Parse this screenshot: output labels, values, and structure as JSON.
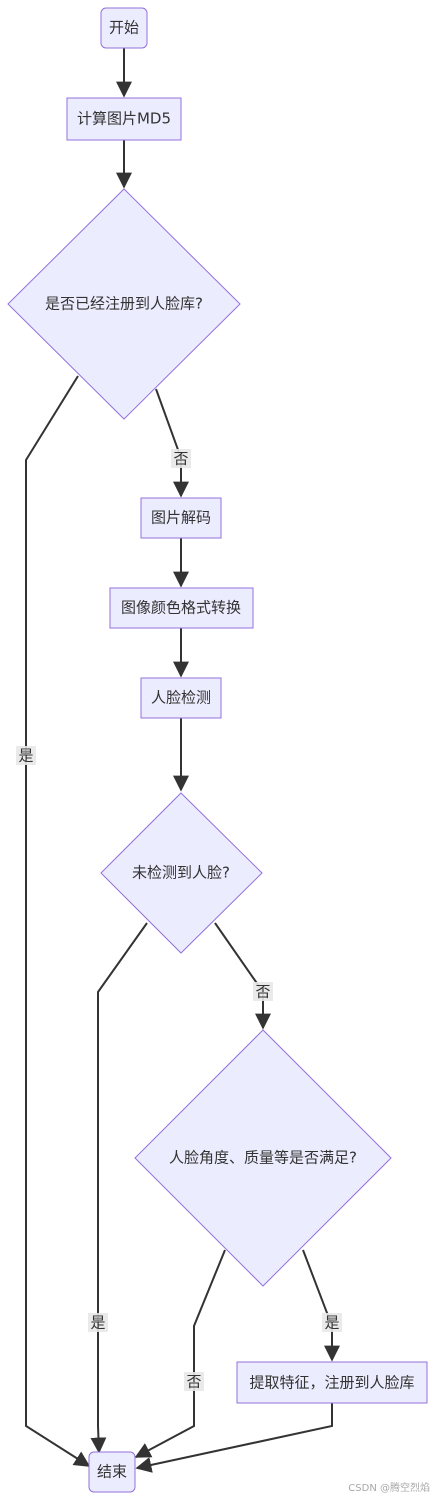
{
  "nodes": {
    "start": "开始",
    "md5": "计算图片MD5",
    "registered": "是否已经注册到人脸库?",
    "decode": "图片解码",
    "convert": "图像颜色格式转换",
    "detect": "人脸检测",
    "no_face": "未检测到人脸?",
    "quality": "人脸角度、质量等是否满足?",
    "extract": "提取特征，注册到人脸库",
    "end": "结束"
  },
  "edges": {
    "registered_yes": "是",
    "registered_no": "否",
    "no_face_yes": "是",
    "no_face_no": "否",
    "quality_yes": "是",
    "quality_no": "否"
  },
  "watermark": "CSDN @腾空烈焰",
  "colors": {
    "node_fill": "#ececff",
    "node_stroke": "#9370db",
    "edge": "#333333",
    "label_bg": "#e8e8e8"
  }
}
